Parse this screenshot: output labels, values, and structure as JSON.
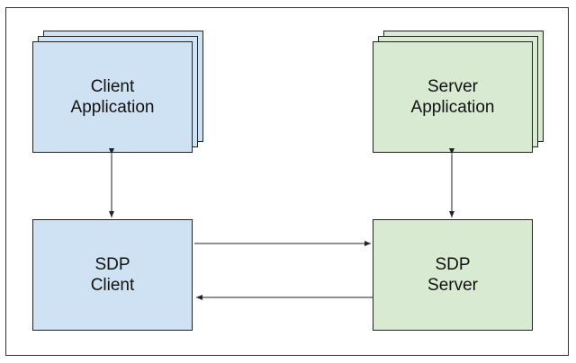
{
  "client_application": {
    "line1": "Client",
    "line2": "Application"
  },
  "server_application": {
    "line1": "Server",
    "line2": "Application"
  },
  "sdp_client": {
    "line1": "SDP",
    "line2": "Client"
  },
  "sdp_server": {
    "line1": "SDP",
    "line2": "Server"
  },
  "colors": {
    "client_fill": "#cfe2f3",
    "server_fill": "#d9ead3",
    "stroke": "#222222"
  }
}
